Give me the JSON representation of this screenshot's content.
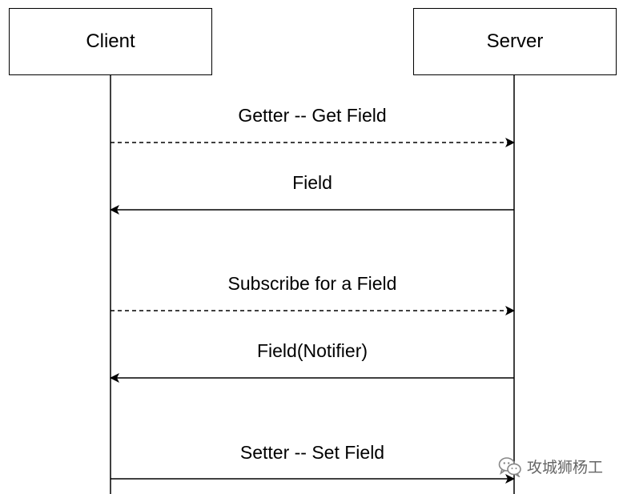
{
  "participants": {
    "client": "Client",
    "server": "Server"
  },
  "messages": [
    {
      "label": "Getter -- Get Field",
      "from": "client",
      "to": "server",
      "style": "dashed"
    },
    {
      "label": "Field",
      "from": "server",
      "to": "client",
      "style": "solid"
    },
    {
      "label": "Subscribe for a Field",
      "from": "client",
      "to": "server",
      "style": "dashed"
    },
    {
      "label": "Field(Notifier)",
      "from": "server",
      "to": "client",
      "style": "solid"
    },
    {
      "label": "Setter -- Set Field",
      "from": "client",
      "to": "server",
      "style": "solid"
    }
  ],
  "watermark": {
    "text": "攻城狮杨工",
    "icon": "wechat-icon"
  },
  "colors": {
    "line": "#000000",
    "watermark": "#666666"
  }
}
